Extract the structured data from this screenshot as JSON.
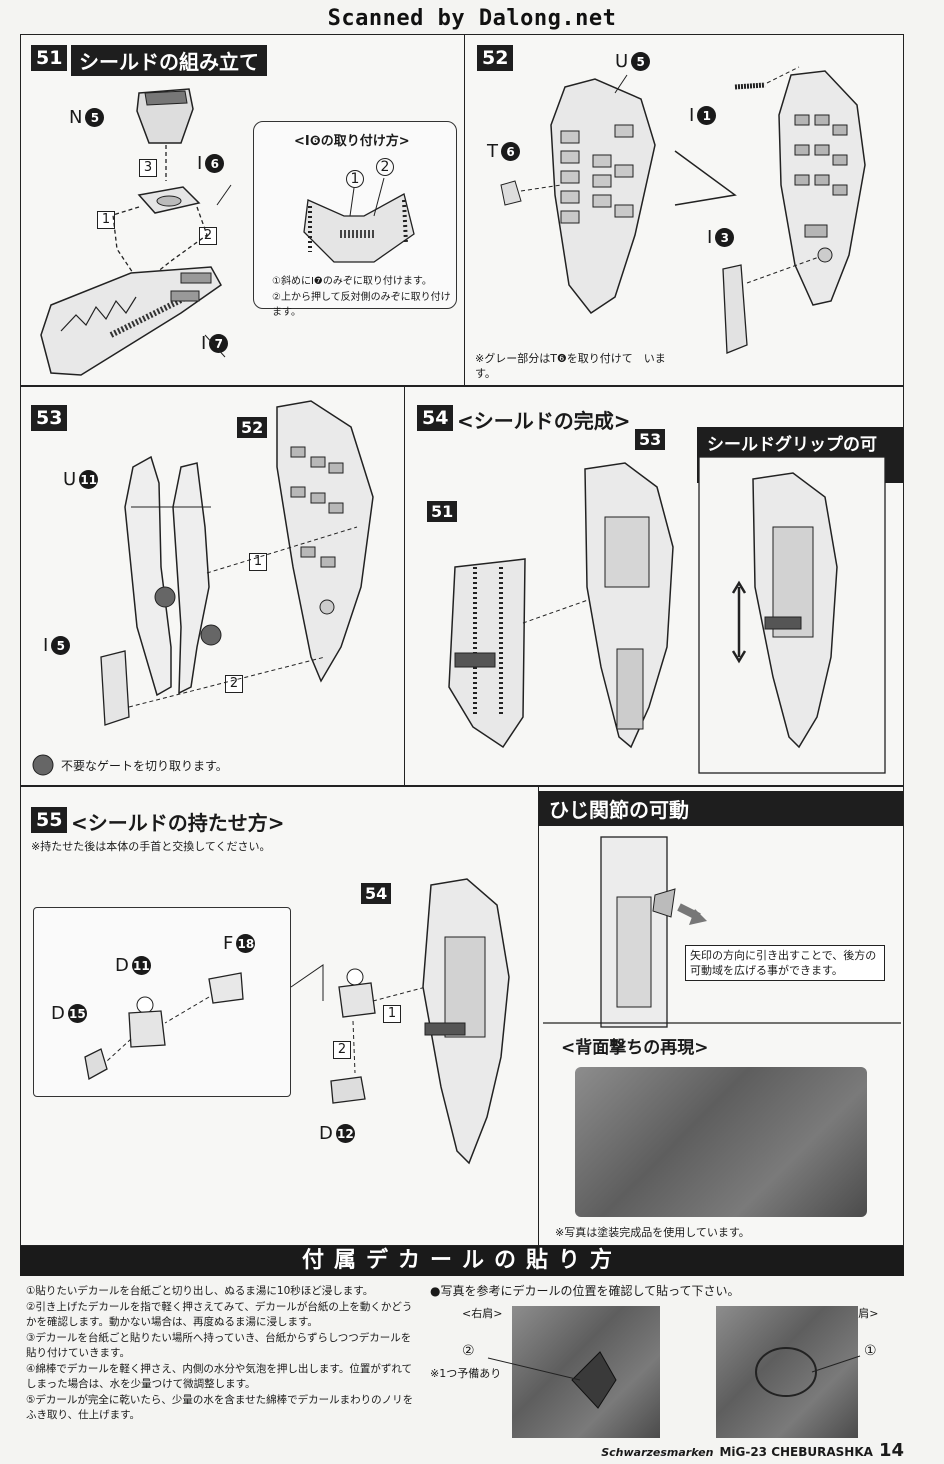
{
  "scanner_credit": "Scanned by Dalong.net",
  "step51": {
    "num": "51",
    "title": "シールドの組み立て",
    "parts": {
      "n5": "N",
      "n5c": "5",
      "i6": "I",
      "i6c": "6",
      "i7": "I",
      "i7c": "7"
    },
    "inset_title": "<I❻の取り付け方>",
    "inset_notes": [
      "①斜めにI❼のみぞに取り付けます。",
      "②上から押して反対側のみぞに取り付けます。"
    ],
    "arrows": [
      "1",
      "2",
      "3"
    ],
    "inset_nums": [
      "1",
      "2"
    ]
  },
  "step52": {
    "num": "52",
    "parts": {
      "u5": "U",
      "u5c": "5",
      "t6": "T",
      "t6c": "6",
      "i1": "I",
      "i1c": "1",
      "i3": "I",
      "i3c": "3"
    },
    "note": "※グレー部分はT❻を取り付けて　います。"
  },
  "step53": {
    "num": "53",
    "ref": "52",
    "parts": {
      "u11": "U",
      "u11c": "11",
      "i5": "I",
      "i5c": "5"
    },
    "arrows": [
      "1",
      "2"
    ],
    "note": "不要なゲートを切り取ります。"
  },
  "step54": {
    "num": "54",
    "title": "<シールドの完成>",
    "ref51": "51",
    "ref53": "53",
    "grip_title": "シールドグリップの可動"
  },
  "step55": {
    "num": "55",
    "title": "<シールドの持たせ方>",
    "note": "※持たせた後は本体の手首と交換してください。",
    "ref": "54",
    "parts": {
      "d11": "D",
      "d11c": "11",
      "d15": "D",
      "d15c": "15",
      "f18": "F",
      "f18c": "18",
      "d12": "D",
      "d12c": "12"
    },
    "arrows": [
      "1",
      "2"
    ]
  },
  "elbow": {
    "title": "ひじ関節の可動",
    "note": "矢印の方向に引き出すことで、後方の　可動域を広げる事ができます。",
    "back_title": "<背面撃ちの再現>",
    "photo_note": "※写真は塗装完成品を使用しています。"
  },
  "decal": {
    "title": "付属デカールの貼り方",
    "steps": [
      "①貼りたいデカールを台紙ごと切り出し、ぬるま湯に10秒ほど浸します。",
      "②引き上げたデカールを指で軽く押さえてみて、デカールが台紙の上を動くかどうかを確認します。動かない場合は、再度ぬるま湯に浸します。",
      "③デカールを台紙ごと貼りたい場所へ持っていき、台紙からずらしつつデカールを貼り付けていきます。",
      "④綿棒でデカールを軽く押さえ、内側の水分や気泡を押し出します。位置がずれてしまった場合は、水を少量つけて微調整します。",
      "⑤デカールが完全に乾いたら、少量の水を含ませた綿棒でデカールまわりのノリをふき取り、仕上げます。"
    ],
    "photo_caption": "●写真を参考にデカールの位置を確認して貼って下さい。",
    "right_shoulder": "<右肩>",
    "left_shoulder": "<左肩>",
    "num2": "②",
    "num1": "①",
    "spare": "※1つ予備あり"
  },
  "footer": {
    "series": "Schwarzesmarken",
    "model": "MiG-23 CHEBURASHKA",
    "page": "14"
  }
}
